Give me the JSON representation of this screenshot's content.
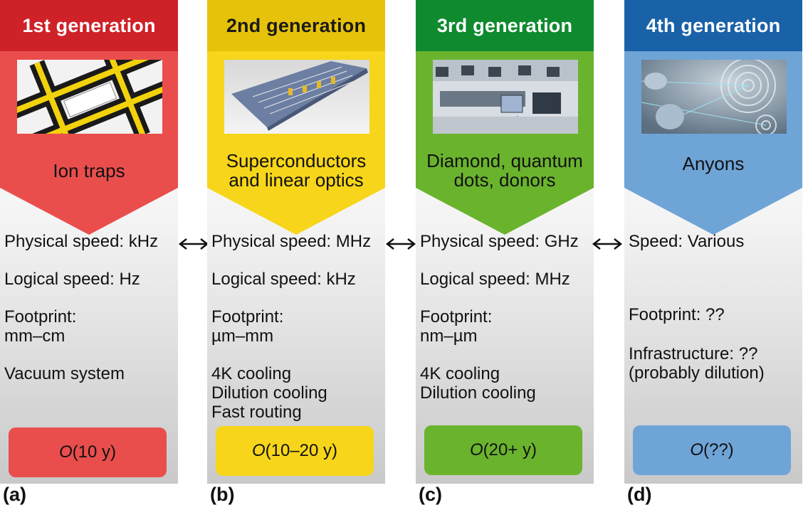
{
  "columns": [
    {
      "header": "1st generation",
      "technology": "Ion traps",
      "image": "ion-trap-chip",
      "specs": [
        "Physical speed: kHz",
        "Logical speed: Hz",
        "Footprint:\nmm–cm",
        "Vacuum system"
      ],
      "timescale_prefix": "O",
      "timescale_value": "(10 y)",
      "panel_label": "(a)",
      "colors": {
        "header": "#cf2128",
        "body": "#e94e4d"
      }
    },
    {
      "header": "2nd generation",
      "technology": "Superconductors\nand linear optics",
      "image": "photonic-waveguide-chip",
      "specs": [
        "Physical speed: MHz",
        "Logical speed: kHz",
        "Footprint:\nµm–mm",
        "4K cooling\nDilution cooling\nFast routing"
      ],
      "timescale_prefix": "O",
      "timescale_value": "(10–20 y)",
      "panel_label": "(b)",
      "colors": {
        "header": "#e7c20a",
        "body": "#f7d51b"
      }
    },
    {
      "header": "3rd generation",
      "technology": "Diamond, quantum\ndots, donors",
      "image": "lab-setup",
      "specs": [
        "Physical speed: GHz",
        "Logical speed: MHz",
        "Footprint:\nnm–µm",
        "4K cooling\nDilution cooling"
      ],
      "timescale_prefix": "O",
      "timescale_value": "(20+ y)",
      "panel_label": "(c)",
      "colors": {
        "header": "#0f8a2e",
        "body": "#6ab42d"
      }
    },
    {
      "header": "4th generation",
      "technology": "Anyons",
      "image": "anyon-braiding",
      "specs": [
        "Speed: Various",
        "Footprint: ??",
        "Infrastructure: ??\n(probably dilution)"
      ],
      "timescale_prefix": "O",
      "timescale_value": "(??)",
      "panel_label": "(d)",
      "colors": {
        "header": "#1a62a8",
        "body": "#6fa4d7"
      }
    }
  ],
  "connectors": [
    "double-arrow-icon",
    "double-arrow-icon",
    "double-arrow-icon"
  ]
}
